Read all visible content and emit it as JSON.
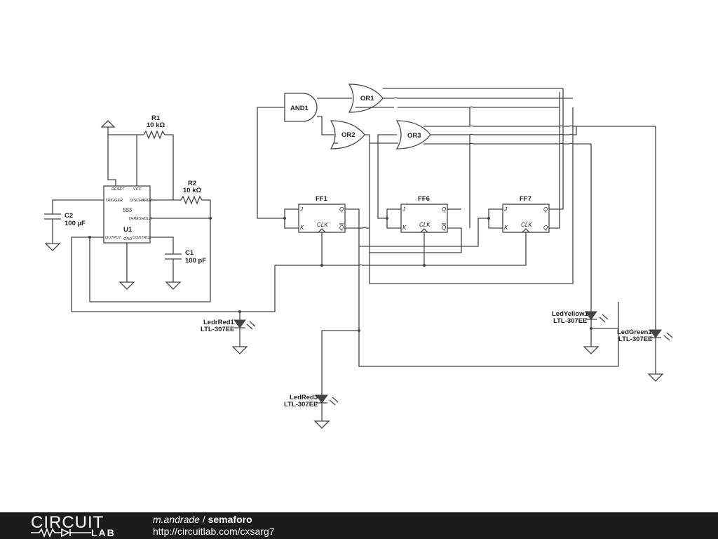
{
  "schematic": {
    "components": {
      "r1": {
        "name": "R1",
        "value": "10 kΩ"
      },
      "r2": {
        "name": "R2",
        "value": "10 kΩ"
      },
      "c1": {
        "name": "C1",
        "value": "100 pF"
      },
      "c2": {
        "name": "C2",
        "value": "100 µF"
      },
      "u1": {
        "name": "U1",
        "part": "555",
        "pins": {
          "reset": "RESET",
          "vcc": "VCC",
          "trigger": "TRIGGER",
          "discharge": "DISCHARGE",
          "threshold": "THRESHOLD",
          "output": "OUTPUT",
          "gnd": "GND",
          "control": "CONTROL"
        }
      },
      "and1": {
        "name": "AND1"
      },
      "or1": {
        "name": "OR1"
      },
      "or2": {
        "name": "OR2"
      },
      "or3": {
        "name": "OR3"
      },
      "ff1": {
        "name": "FF1"
      },
      "ff6": {
        "name": "FF6"
      },
      "ff7": {
        "name": "FF7"
      },
      "ff_pins": {
        "j": "J",
        "k": "K",
        "q": "Q",
        "qbar": "Q",
        "clk": "CLK"
      },
      "led_red1": {
        "name": "LedrRed1",
        "part": "LTL-307EE"
      },
      "led_red3": {
        "name": "LedRed3",
        "part": "LTL-307EE"
      },
      "led_yellow1": {
        "name": "LedYellow1",
        "part": "LTL-307EE"
      },
      "led_green1": {
        "name": "LedGreen1",
        "part": "LTL-307EE"
      }
    }
  },
  "footer": {
    "logo_top": "CIRCUIT",
    "logo_bottom": "LAB",
    "owner": "m.andrade",
    "separator": " / ",
    "project": "semaforo",
    "url": "http://circuitlab.com/cxsarg7"
  },
  "colors": {
    "wire": "#444444",
    "footer_bg": "#1c1c1c",
    "footer_text": "#ffffff"
  }
}
